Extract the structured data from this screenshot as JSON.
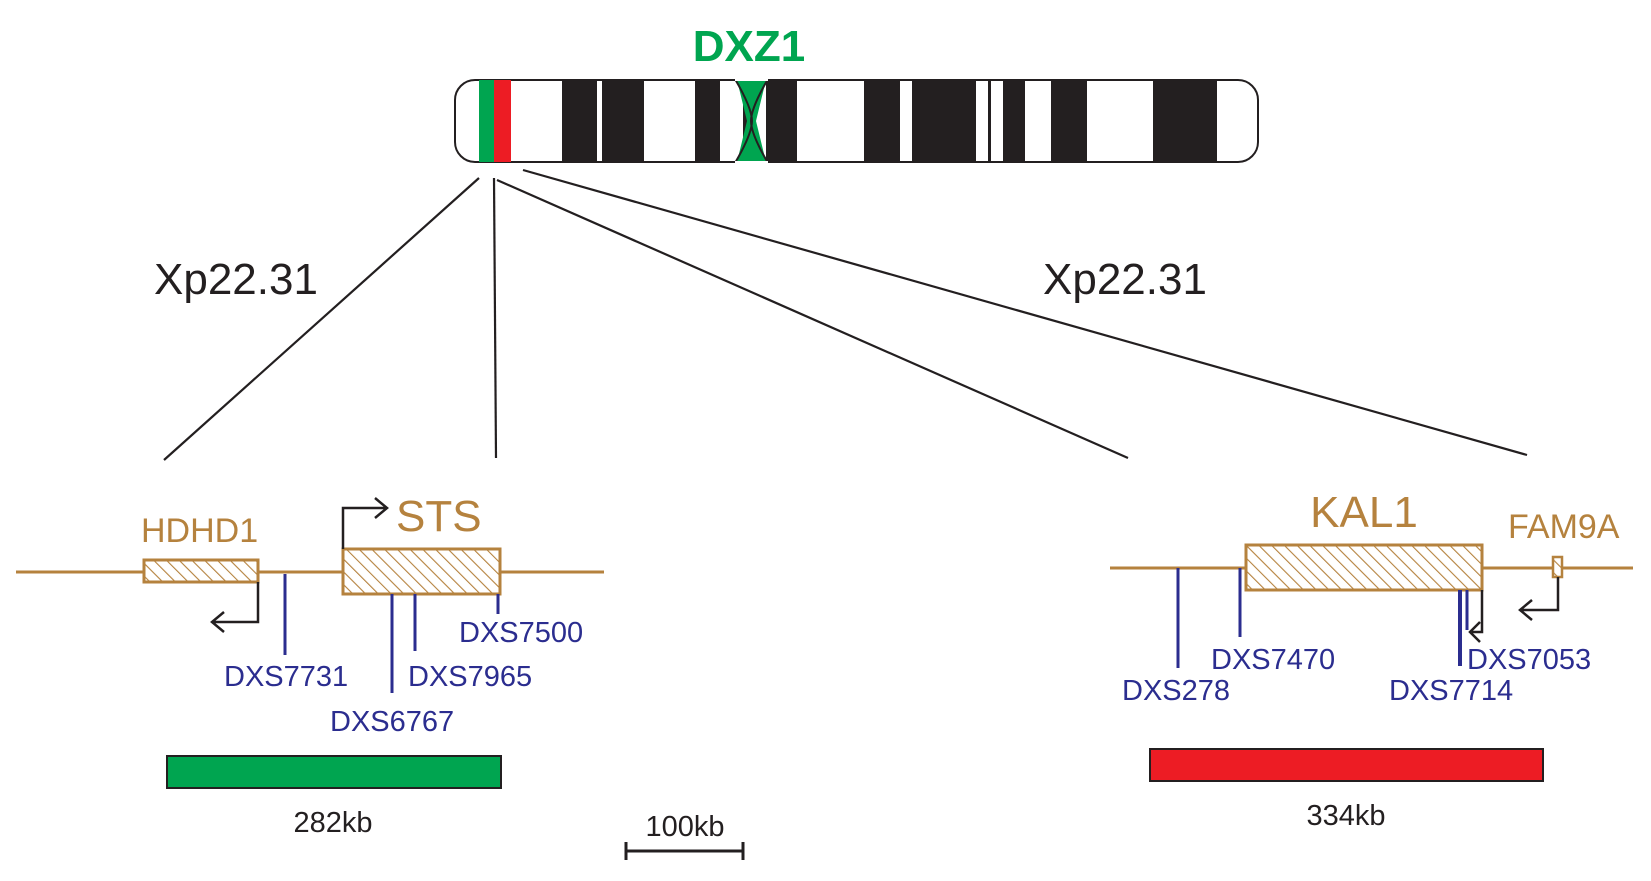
{
  "centromere_label": "DXZ1",
  "region_left_label": "Xp22.31",
  "region_right_label": "Xp22.31",
  "genes": {
    "hdhd1": "HDHD1",
    "sts": "STS",
    "kal1": "KAL1",
    "fam9a": "FAM9A"
  },
  "markers": {
    "dxs7731": "DXS7731",
    "dxs6767": "DXS6767",
    "dxs7965": "DXS7965",
    "dxs7500": "DXS7500",
    "dxs278": "DXS278",
    "dxs7470": "DXS7470",
    "dxs7714": "DXS7714",
    "dxs7053": "DXS7053"
  },
  "deletions": {
    "left_size": "282kb",
    "right_size": "334kb"
  },
  "scale_bar": "100kb",
  "colors": {
    "gene": "#b5823e",
    "marker": "#2b2d8f",
    "green": "#00a550",
    "red": "#ed1c24",
    "band": "#231f20"
  }
}
